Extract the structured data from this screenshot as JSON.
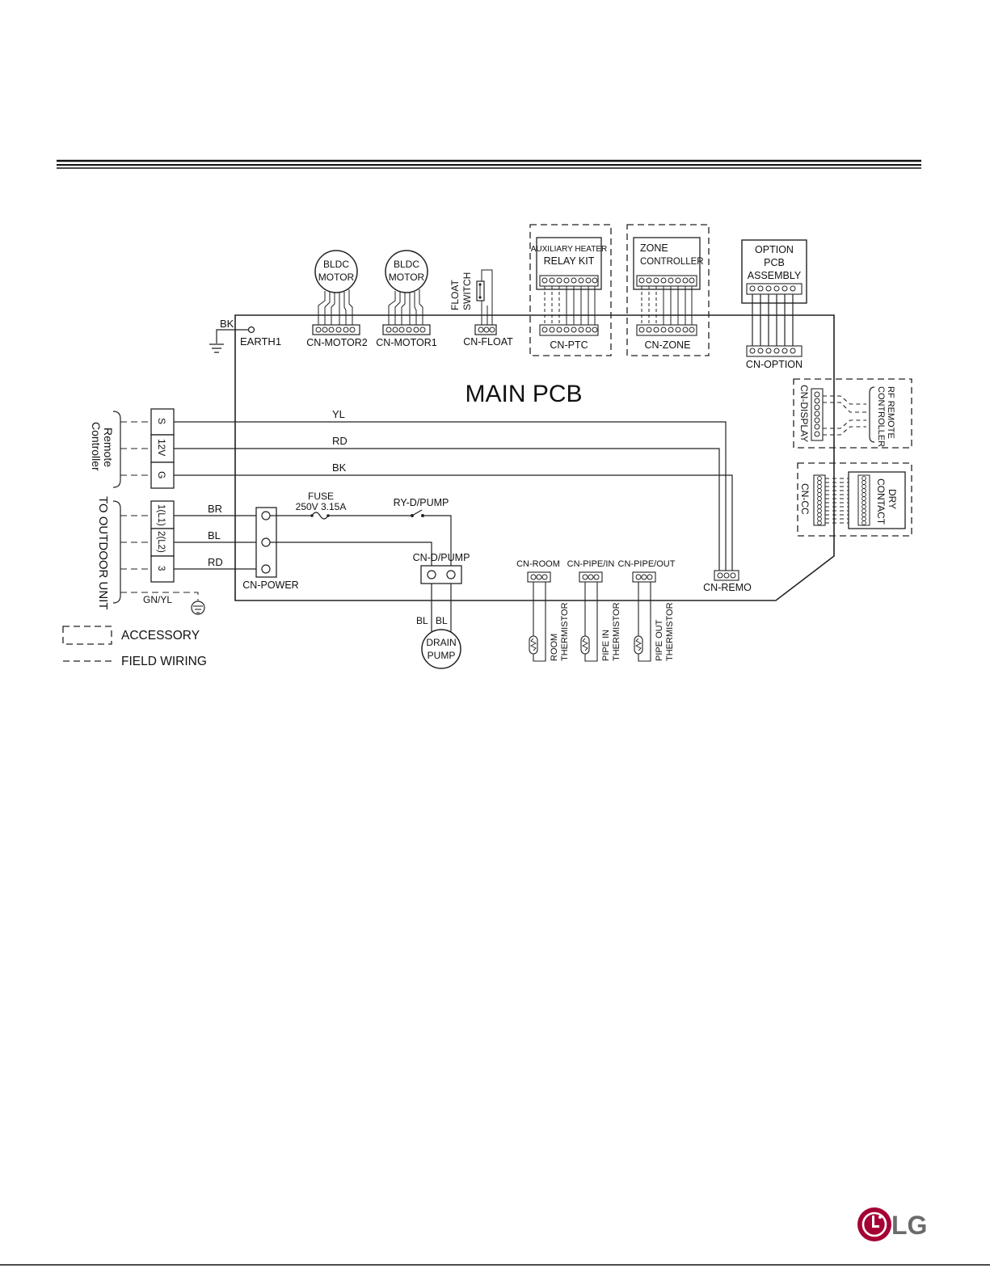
{
  "pcb": {
    "title": "MAIN PCB",
    "earth_label": "EARTH1",
    "earth_wire": "BK"
  },
  "motors": [
    {
      "line1": "BLDC",
      "line2": "MOTOR",
      "connector": "CN-MOTOR2"
    },
    {
      "line1": "BLDC",
      "line2": "MOTOR",
      "connector": "CN-MOTOR1"
    }
  ],
  "float_switch": {
    "line1": "FLOAT",
    "line2": "SWITCH",
    "connector": "CN-FLOAT"
  },
  "accessories": {
    "heater": {
      "line1": "AUXILIARY HEATER",
      "line2": "RELAY KIT",
      "connector": "CN-PTC"
    },
    "zone": {
      "line1": "ZONE",
      "line2": "CONTROLLER",
      "connector": "CN-ZONE"
    },
    "option": {
      "line1": "OPTION",
      "line2": "PCB",
      "line3": "ASSEMBLY",
      "connector": "CN-OPTION"
    },
    "display": {
      "connector": "CN-DISPLAY",
      "label1": "RF REMOTE",
      "label2": "CONTROLLER"
    },
    "dry": {
      "connector": "CN-CC",
      "label1": "DRY",
      "label2": "CONTACT"
    }
  },
  "remote_controller": {
    "group_label_1": "Remote",
    "group_label_2": "Controller",
    "terminals": [
      "S",
      "12V",
      "G"
    ],
    "wires": [
      "YL",
      "RD",
      "BK"
    ],
    "connector": "CN-REMO"
  },
  "outdoor": {
    "group_label": "TO OUTDOOR UNIT",
    "terminals": [
      "1(L1)",
      "2(L2)",
      "3"
    ],
    "wires": [
      "BR",
      "BL",
      "RD"
    ],
    "ground_wire": "GN/YL",
    "connector": "CN-POWER"
  },
  "fuse": {
    "line1": "FUSE",
    "line2": "250V 3.15A"
  },
  "relay": {
    "label": "RY-D/PUMP"
  },
  "drain_pump": {
    "connector": "CN-D/PUMP",
    "line1": "DRAIN",
    "line2": "PUMP",
    "wire_left": "BL",
    "wire_right": "BL"
  },
  "sensors": [
    {
      "connector": "CN-ROOM",
      "line1": "ROOM",
      "line2": "THERMISTOR"
    },
    {
      "connector": "CN-PIPE/IN",
      "line1": "PIPE IN",
      "line2": "THERMISTOR"
    },
    {
      "connector": "CN-PIPE/OUT",
      "line1": "PIPE OUT",
      "line2": "THERMISTOR"
    }
  ],
  "legend": {
    "accessory": "ACCESSORY",
    "field_wiring": "FIELD WIRING"
  },
  "brand": {
    "logo_text": "LG",
    "logo_color": "#a50034"
  }
}
